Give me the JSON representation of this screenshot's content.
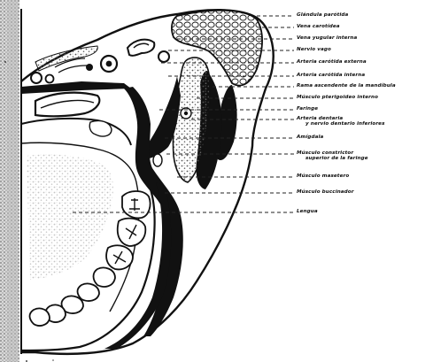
{
  "figure": {
    "colors": {
      "ink": "#111111",
      "paper": "#ffffff",
      "stipple": "#6f6f6f",
      "leader": "#2a2a2a"
    },
    "labels": [
      {
        "id": "glandula-parotida",
        "text": "Glándula parótida"
      },
      {
        "id": "vena-carotidea",
        "text": "Vena carotídea"
      },
      {
        "id": "vena-yugular-interna",
        "text": "Vena yugular interna"
      },
      {
        "id": "nervio-vago",
        "text": "Nervio vago"
      },
      {
        "id": "arteria-carotida-externa",
        "text": "Arteria carótida externa"
      },
      {
        "id": "arteria-carotida-interna",
        "text": "Arteria carótida interna"
      },
      {
        "id": "rama-ascendente-mandibula",
        "text": "Rama ascendente de la mandíbula"
      },
      {
        "id": "musculo-pterigoideo-interno",
        "text": "Músculo pterigoideo interno"
      },
      {
        "id": "faringe",
        "text": "Faringe"
      },
      {
        "id": "arteria-dentaria",
        "text": "Arteria dentaria",
        "text2": "y nervio dentario inferiores"
      },
      {
        "id": "amigdala",
        "text": "Amígdala"
      },
      {
        "id": "musculo-constrictor",
        "text": "Músculo constrictor",
        "text2": "superior de la faringe"
      },
      {
        "id": "musculo-masetero",
        "text": "Músculo masetero"
      },
      {
        "id": "musculo-buccinador",
        "text": "Músculo buccinador"
      },
      {
        "id": "lengua",
        "text": "Lengua"
      }
    ]
  }
}
